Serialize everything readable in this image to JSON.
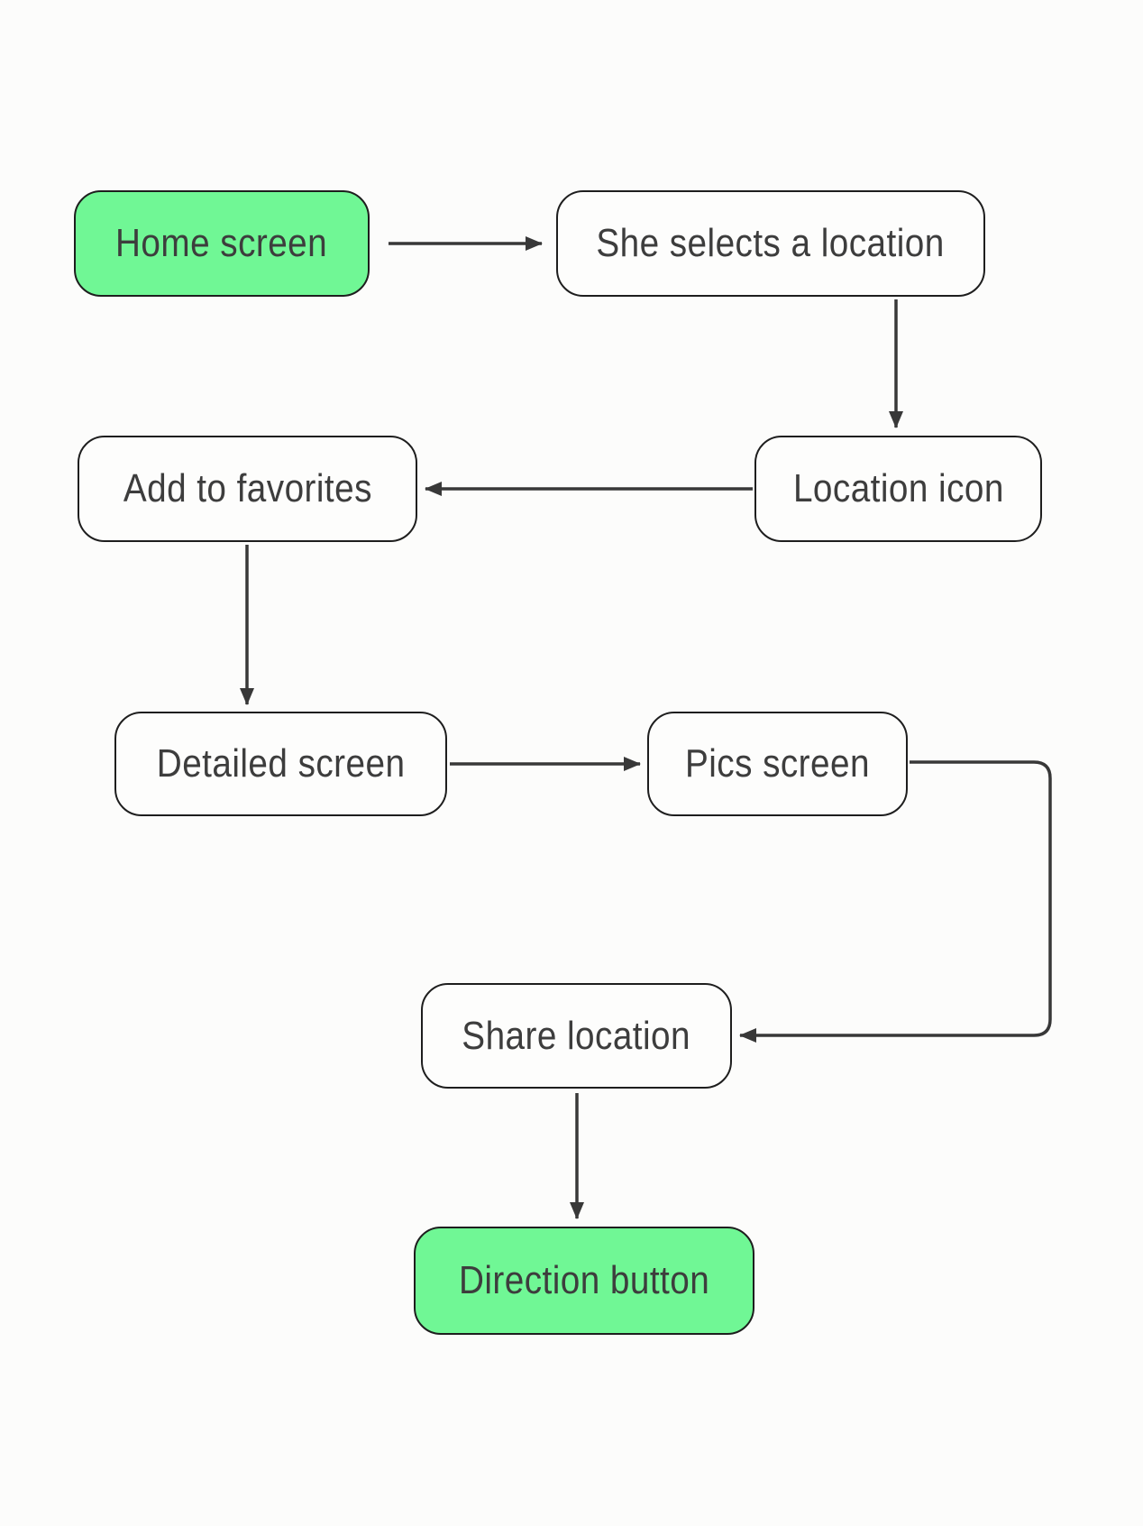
{
  "diagram": {
    "type": "flowchart",
    "background_color": "#fcfcfb",
    "node_fill_default": "#fdfdfc",
    "node_fill_highlight": "#70f795",
    "node_border_color": "#1e1e1e",
    "arrow_color": "#383838",
    "text_color": "#3d3d3d",
    "nodes": [
      {
        "id": "home-screen",
        "label": "Home screen",
        "variant": "highlight"
      },
      {
        "id": "she-selects-a-location",
        "label": "She selects a location",
        "variant": "default"
      },
      {
        "id": "add-to-favorites",
        "label": "Add to favorites",
        "variant": "default"
      },
      {
        "id": "location-icon",
        "label": "Location icon",
        "variant": "default"
      },
      {
        "id": "detailed-screen",
        "label": "Detailed screen",
        "variant": "default"
      },
      {
        "id": "pics-screen",
        "label": "Pics screen",
        "variant": "default"
      },
      {
        "id": "share-location",
        "label": "Share location",
        "variant": "default"
      },
      {
        "id": "direction-button",
        "label": "Direction button",
        "variant": "highlight"
      }
    ],
    "edges": [
      {
        "from": "home-screen",
        "to": "she-selects-a-location",
        "direction": "right"
      },
      {
        "from": "she-selects-a-location",
        "to": "location-icon",
        "direction": "down"
      },
      {
        "from": "location-icon",
        "to": "add-to-favorites",
        "direction": "left"
      },
      {
        "from": "add-to-favorites",
        "to": "detailed-screen",
        "direction": "down"
      },
      {
        "from": "detailed-screen",
        "to": "pics-screen",
        "direction": "right"
      },
      {
        "from": "pics-screen",
        "to": "share-location",
        "direction": "right-down-left"
      },
      {
        "from": "share-location",
        "to": "direction-button",
        "direction": "down"
      }
    ]
  }
}
